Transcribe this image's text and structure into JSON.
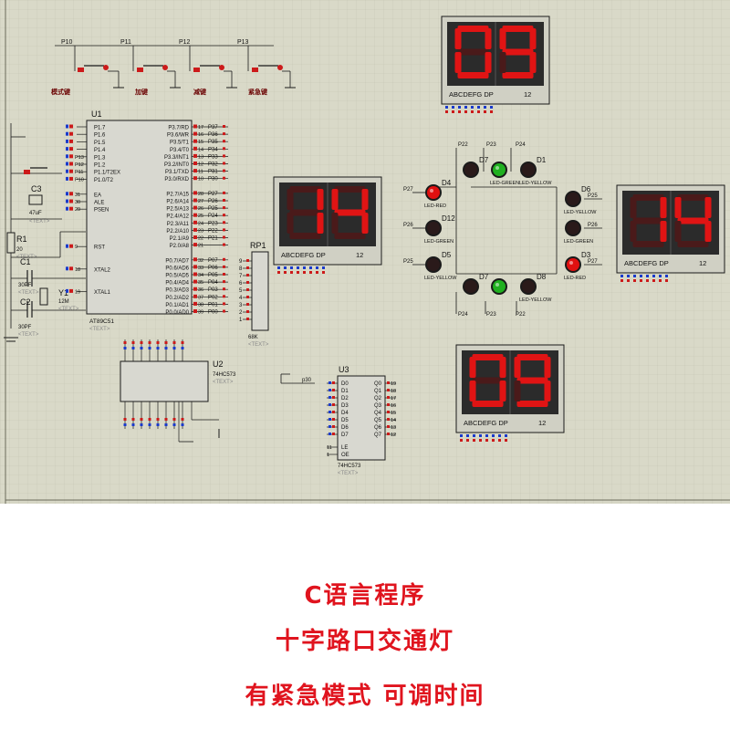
{
  "colors": {
    "sheet_bg": "#d9d9c8",
    "grid": "#c4c4b2",
    "wire": "#1a1a1a",
    "pin_red": "#cc1a1a",
    "pin_blue": "#1a3acc",
    "chip_body": "#d8d8d0",
    "display_bg": "#2b2b2b",
    "segment_on": "#e01414",
    "segment_off": "#4a1a1a",
    "led_red_on": "#e01010",
    "led_green_on": "#20b020",
    "led_off": "#2a1a1a",
    "caption": "#e0141e",
    "label_dark": "#6a0000"
  },
  "captions": {
    "line1": "C语言程序",
    "line2": "十字路口交通灯",
    "line3": "有紧急模式  可调时间"
  },
  "buttons": [
    {
      "net": "P10",
      "label": "模式键"
    },
    {
      "net": "P11",
      "label": "加键"
    },
    {
      "net": "P12",
      "label": "减键"
    },
    {
      "net": "P13",
      "label": "紧急键"
    }
  ],
  "mcu": {
    "ref": "U1",
    "part": "AT89C51",
    "left_pins": [
      {
        "num": "",
        "name": "P1.7"
      },
      {
        "num": "",
        "name": "P1.6"
      },
      {
        "num": "",
        "name": "P1.5"
      },
      {
        "num": "",
        "name": "P1.4"
      },
      {
        "num": "P13",
        "name": "P1.3"
      },
      {
        "num": "P12",
        "name": "P1.2"
      },
      {
        "num": "P11",
        "name": "P1.1/T2EX"
      },
      {
        "num": "P10",
        "name": "P1.0/T2"
      },
      {
        "num": "",
        "name": ""
      },
      {
        "num": "31",
        "name": "EA"
      },
      {
        "num": "30",
        "name": "ALE"
      },
      {
        "num": "29",
        "name": "PSEN"
      },
      {
        "num": "",
        "name": ""
      },
      {
        "num": "",
        "name": ""
      },
      {
        "num": "",
        "name": ""
      },
      {
        "num": "",
        "name": ""
      },
      {
        "num": "9",
        "name": "RST"
      },
      {
        "num": "",
        "name": ""
      },
      {
        "num": "",
        "name": ""
      },
      {
        "num": "18",
        "name": "XTAL2"
      },
      {
        "num": "",
        "name": ""
      },
      {
        "num": "",
        "name": ""
      },
      {
        "num": "19",
        "name": "XTAL1"
      }
    ],
    "right_pins": [
      {
        "name": "P3.7/RD",
        "num": "17",
        "net": "P37"
      },
      {
        "name": "P3.6/WR",
        "num": "16",
        "net": "P36"
      },
      {
        "name": "P3.5/T1",
        "num": "15",
        "net": "P35"
      },
      {
        "name": "P3.4/T0",
        "num": "14",
        "net": "P34"
      },
      {
        "name": "P3.3/INT1",
        "num": "13",
        "net": "P33"
      },
      {
        "name": "P3.2/INT0",
        "num": "12",
        "net": "P32"
      },
      {
        "name": "P3.1/TXD",
        "num": "11",
        "net": "P31"
      },
      {
        "name": "P3.0/RXD",
        "num": "10",
        "net": "P30"
      },
      {
        "name": "",
        "num": "",
        "net": ""
      },
      {
        "name": "P2.7/A15",
        "num": "28",
        "net": "P27"
      },
      {
        "name": "P2.6/A14",
        "num": "27",
        "net": "P26"
      },
      {
        "name": "P2.5/A13",
        "num": "26",
        "net": "P25"
      },
      {
        "name": "P2.4/A12",
        "num": "25",
        "net": "P24"
      },
      {
        "name": "P2.3/A11",
        "num": "24",
        "net": "P23"
      },
      {
        "name": "P2.2/A10",
        "num": "23",
        "net": "P22"
      },
      {
        "name": "P2.1/A9",
        "num": "22",
        "net": "P21"
      },
      {
        "name": "P2.0/A8",
        "num": "21",
        "net": ""
      },
      {
        "name": "",
        "num": "",
        "net": ""
      },
      {
        "name": "P0.7/AD7",
        "num": "32",
        "net": "P07"
      },
      {
        "name": "P0.6/AD6",
        "num": "33",
        "net": "P06"
      },
      {
        "name": "P0.5/AD5",
        "num": "34",
        "net": "P05"
      },
      {
        "name": "P0.4/AD4",
        "num": "35",
        "net": "P04"
      },
      {
        "name": "P0.3/AD3",
        "num": "36",
        "net": "P03"
      },
      {
        "name": "P0.2/AD2",
        "num": "37",
        "net": "P02"
      },
      {
        "name": "P0.1/AD1",
        "num": "38",
        "net": "P01"
      },
      {
        "name": "P0.0/AD0",
        "num": "39",
        "net": "P00"
      }
    ]
  },
  "passives": {
    "c3": {
      "ref": "C3",
      "value": "47uF"
    },
    "r1": {
      "ref": "R1",
      "value": "20"
    },
    "c1": {
      "ref": "C1",
      "value": "30PF"
    },
    "c2": {
      "ref": "C2",
      "value": "30PF"
    },
    "y1": {
      "ref": "Y1",
      "value": "12M"
    },
    "rp1": {
      "ref": "RP1",
      "value": "68K",
      "pins": [
        "9",
        "8",
        "7",
        "6",
        "5",
        "4",
        "3",
        "2",
        "1"
      ]
    }
  },
  "text_placeholder": "<TEXT>",
  "latch_u2": {
    "ref": "U2",
    "part": "74HC573"
  },
  "latch_u3": {
    "ref": "U3",
    "part": "74HC573",
    "in_net": "p30",
    "d_pins": [
      "D0",
      "D1",
      "D2",
      "D3",
      "D4",
      "D5",
      "D6",
      "D7"
    ],
    "q_pins": [
      "Q0",
      "Q1",
      "Q2",
      "Q3",
      "Q4",
      "Q5",
      "Q6",
      "Q7"
    ],
    "q_nums": [
      "19",
      "18",
      "17",
      "16",
      "15",
      "14",
      "13",
      "12"
    ],
    "le": {
      "num": "11",
      "name": "LE"
    },
    "oe": {
      "num": "1",
      "name": "OE"
    }
  },
  "displays": [
    {
      "id": "north",
      "digits": "09",
      "segment_label": "ABCDEFG  DP",
      "digit_label": "12"
    },
    {
      "id": "west",
      "digits": "14",
      "segment_label": "ABCDEFG  DP",
      "digit_label": "12"
    },
    {
      "id": "east",
      "digits": "14",
      "segment_label": "ABCDEFG  DP",
      "digit_label": "12"
    },
    {
      "id": "south",
      "digits": "09",
      "segment_label": "ABCDEFG  DP",
      "digit_label": "12"
    }
  ],
  "leds": [
    {
      "id": "n-red",
      "ref": "D7",
      "net": "P22",
      "state": "off",
      "color": "red"
    },
    {
      "id": "n-green",
      "ref": "",
      "net": "P23",
      "state": "on",
      "color": "green",
      "label": "LED-GREEN"
    },
    {
      "id": "n-yellow",
      "ref": "D1",
      "net": "P24",
      "state": "off",
      "color": "yellow",
      "label": "LED-YELLOW"
    },
    {
      "id": "w-red",
      "ref": "D4",
      "net": "P27",
      "state": "on",
      "color": "red",
      "label": "LED-RED"
    },
    {
      "id": "w-green",
      "ref": "D12",
      "net": "P26",
      "state": "off",
      "color": "green",
      "label": "LED-GREEN"
    },
    {
      "id": "w-yellow",
      "ref": "D5",
      "net": "P25",
      "state": "off",
      "color": "yellow",
      "label": "LED-YELLOW"
    },
    {
      "id": "e-yellow",
      "ref": "D6",
      "net": "P25",
      "state": "off",
      "color": "yellow",
      "label": "LED-YELLOW"
    },
    {
      "id": "e-green",
      "ref": "",
      "net": "P26",
      "state": "off",
      "color": "green",
      "label": "LED-GREEN"
    },
    {
      "id": "e-red",
      "ref": "D3",
      "net": "P27",
      "state": "on",
      "color": "red",
      "label": "LED-RED"
    },
    {
      "id": "s-red",
      "ref": "D7",
      "net": "P24",
      "state": "off",
      "color": "red"
    },
    {
      "id": "s-green",
      "ref": "",
      "net": "P23",
      "state": "on",
      "color": "green"
    },
    {
      "id": "s-yellow",
      "ref": "D8",
      "net": "P22",
      "state": "off",
      "color": "yellow",
      "label": "LED-YELLOW"
    }
  ]
}
